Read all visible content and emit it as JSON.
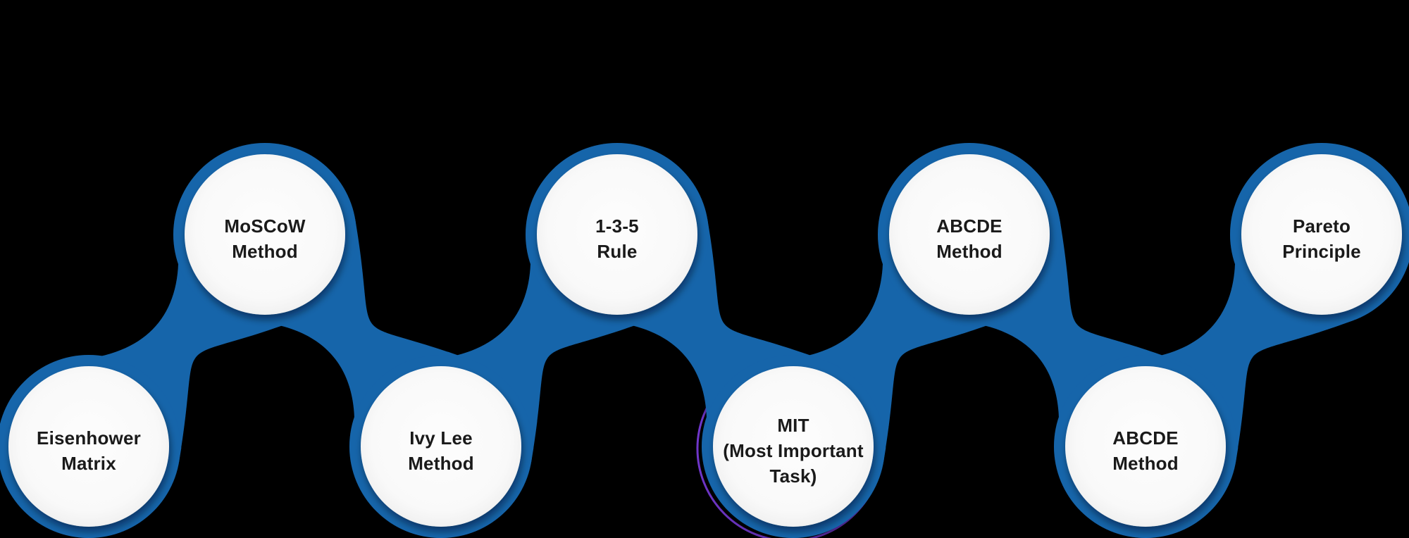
{
  "canvas": {
    "background": "#000000"
  },
  "diagram": {
    "band_color": "#1865aa",
    "node_fill": "#f9f9f9",
    "label_color": "#1a1a1a",
    "accent_ring_color": "#7a3bdd",
    "nodes": [
      {
        "lines": [
          "Eisenhower",
          "Matrix"
        ]
      },
      {
        "lines": [
          "MoSCoW",
          "Method"
        ]
      },
      {
        "lines": [
          "Ivy Lee",
          "Method"
        ]
      },
      {
        "lines": [
          "1-3-5",
          "Rule"
        ]
      },
      {
        "lines": [
          "MIT",
          "(Most Important",
          "Task)"
        ]
      },
      {
        "lines": [
          "ABCDE",
          "Method"
        ]
      },
      {
        "lines": [
          "ABCDE",
          "Method"
        ]
      },
      {
        "lines": [
          "Pareto",
          "Principle"
        ]
      }
    ]
  }
}
